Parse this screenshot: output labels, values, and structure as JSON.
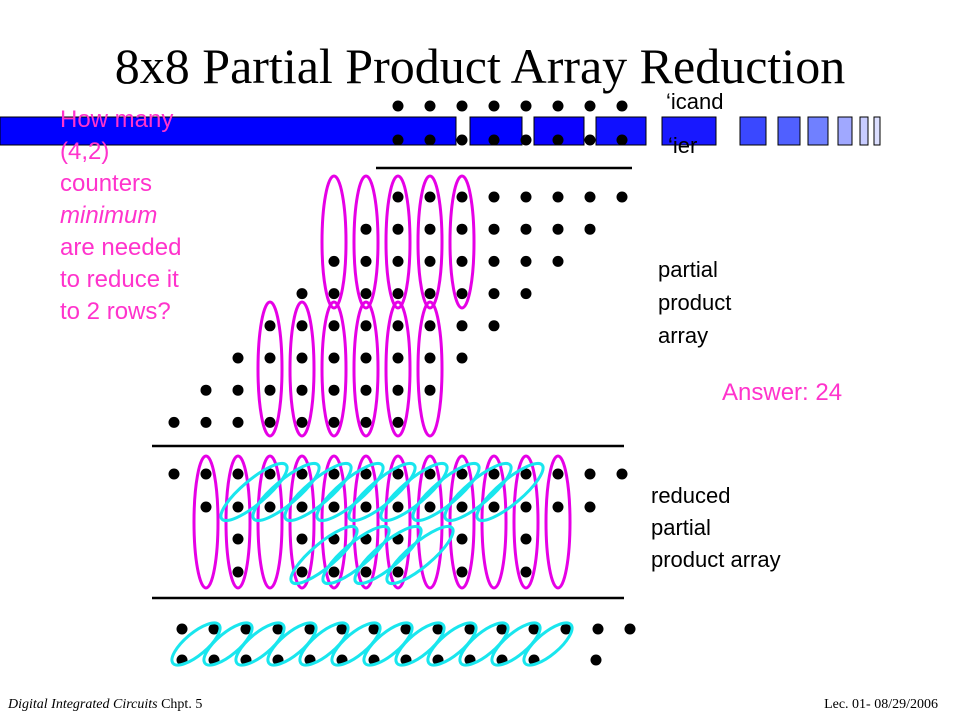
{
  "title": "8x8 Partial Product Array Reduction",
  "labels": {
    "icand": "‘icand",
    "ier": "‘ier",
    "partial_product_array": [
      "partial",
      "product",
      "array"
    ],
    "reduced_partial_product_array": [
      "reduced",
      "partial",
      "product array"
    ]
  },
  "question": {
    "lines": [
      "How many",
      "(4,2)",
      "counters",
      "minimum",
      "are needed",
      "to reduce it",
      "to 2 rows?"
    ]
  },
  "answer": "Answer: 24",
  "footer": {
    "course_title": "Digital Integrated Circuits",
    "chapter": "Chpt. 5",
    "lecture": "Lec. 01- 08/29/2006"
  },
  "colors": {
    "title": "#000000",
    "question": "#ff33cc",
    "answer": "#ff33cc",
    "magenta_oval": "#e600e6",
    "cyan_oval": "#19e6ee",
    "blue_bar": "#0000ff",
    "dot": "#000000"
  },
  "diagram": {
    "multiplicand_bits": 8,
    "multiplier_bits": 8,
    "partial_product_rows": 8,
    "reduced_rows": 4,
    "final_rows": 2
  }
}
